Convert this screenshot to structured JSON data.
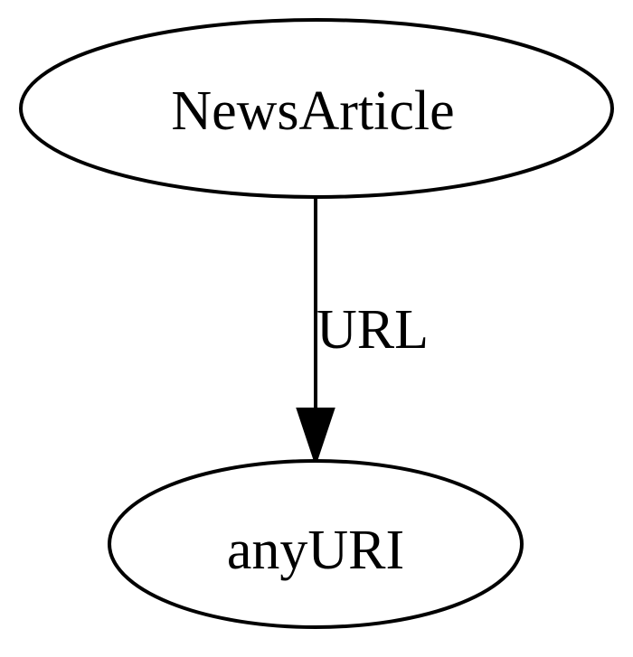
{
  "nodes": {
    "source": {
      "label": "NewsArticle"
    },
    "target": {
      "label": "anyURI"
    }
  },
  "edges": [
    {
      "from": "NewsArticle",
      "to": "anyURI",
      "label": "URL"
    }
  ]
}
